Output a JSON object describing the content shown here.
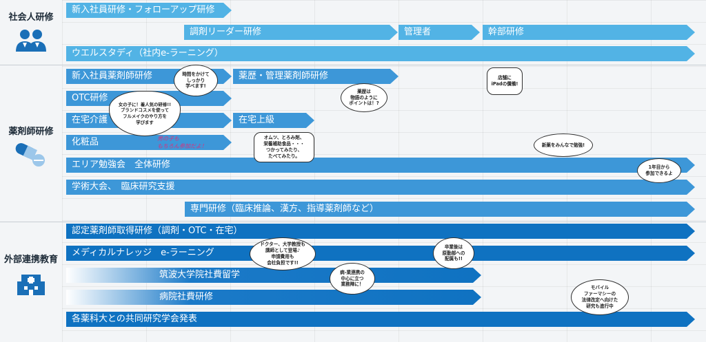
{
  "categories": {
    "shakaijin": "社会人研修",
    "yakuzaishi": "薬剤師研修",
    "gaibu": "外部連携教育"
  },
  "bars": {
    "new_hire_followup": "新入社員研修・フォローアップ研修",
    "chozai_leader": "調剤リーダー研修",
    "kanrisha": "管理者",
    "kanbu": "幹部研修",
    "well_study": "ウエルスタディ（社内e-ラーニング）",
    "new_pharmacist": "新入社員薬剤師研修",
    "yakureki": "薬歴・管理薬剤師研修",
    "otc": "OTC研修",
    "zaitaku": "在宅介護",
    "zaitaku_adv": "在宅上級",
    "keshohin": "化粧品",
    "area_study": "エリア勉強会　全体研修",
    "gakujutsu": "学術大会、　臨床研究支援",
    "senmon": "専門研修（臨床推論、漢方、指導薬剤師など）",
    "nintei": "認定薬剤師取得研修（調剤・OTC・在宅）",
    "medical_knowledge": "メディカルナレッジ　e-ラーニング",
    "tsukuba": "筑波大学院社費留学",
    "hospital": "病院社費研修",
    "joint": "各薬科大との共同研究学会発表"
  },
  "bubbles": {
    "jikan": "時間をかけて\nしっかり\n学べます!",
    "yakureki": "薬歴は\n物語のように\nポイントは！?",
    "ipad": "店舗に\niPadの價備!",
    "heart": "女の子に！着人気の研修!!\nブランドコスメを使って\nフルメイクのやり方を\n学びます",
    "omutsu": "オムツ、とろみ剤、\n栄養補助食品・・・\nつかってみたり、\nたべてみたり。",
    "shinyaku": "新薬をみんなで勉強!",
    "ichinichi": "1年目から\n参加できるよ",
    "doctor": "ドクター、大学教授も\n講師として登場♪\n申請費用も\n会社負担です!!",
    "sotsugyo": "卒業後は\n原勤部への\n配属も!!",
    "byoyaku": "病-業連携の\n中心に立つ\n業務陣に！",
    "mobile": "モバイル\nファーマシーの\n法律改定へ向けた\n研究も進行中"
  },
  "note": "男の子も\nもちろん参加だよ！",
  "colors": {
    "light": "#52b3e5",
    "mid": "#3d97d8",
    "dark": "#0f72c1"
  }
}
